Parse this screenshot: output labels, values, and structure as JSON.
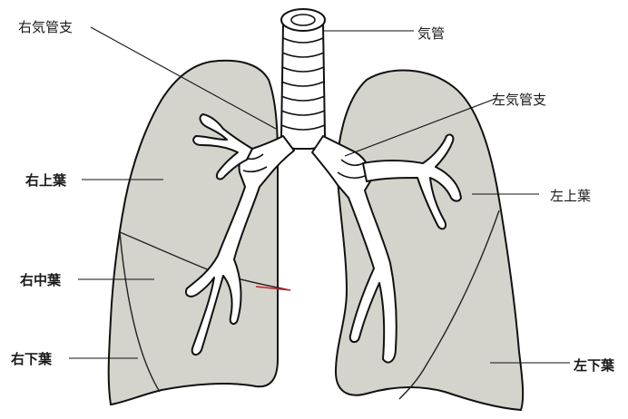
{
  "labels": {
    "right_main_bronchus": "右気管支",
    "trachea": "気管",
    "left_main_bronchus": "左気管支",
    "right_upper_lobe": "右上葉",
    "left_upper_lobe": "左上葉",
    "right_middle_lobe": "右中葉",
    "right_lower_lobe": "右下葉",
    "left_lower_lobe": "左下葉"
  },
  "colors": {
    "lung_fill": "#d4d4cc",
    "outline": "#111111",
    "fissure_accent": "#c8202a"
  }
}
